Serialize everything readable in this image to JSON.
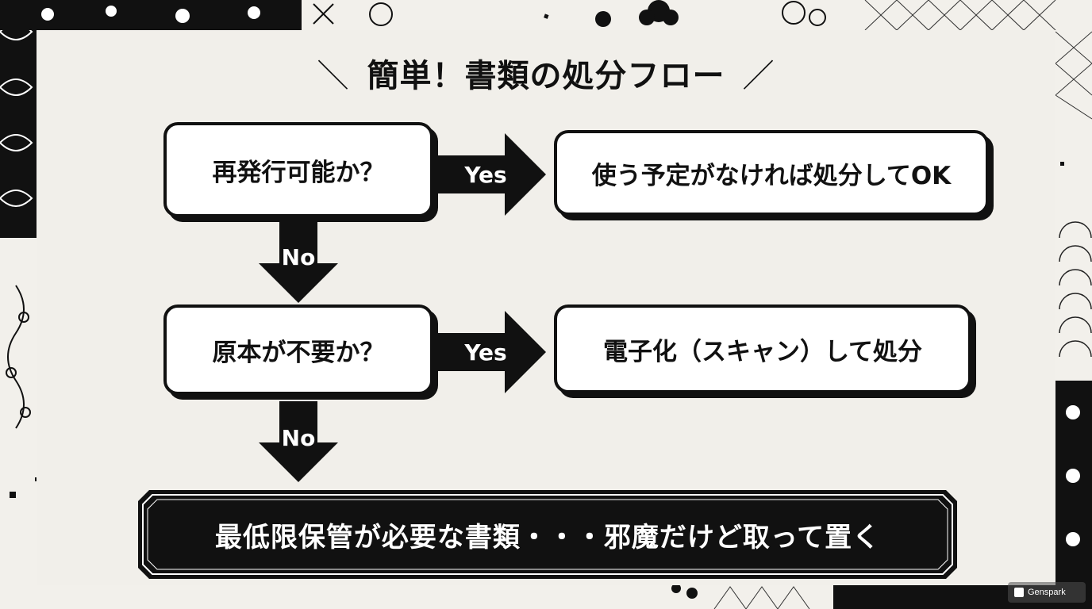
{
  "title": "簡単！書類の処分フロー",
  "title_slash_left": "＼",
  "title_slash_right": "／",
  "flow": {
    "q1": "再発行可能か？",
    "q1_yes_result": "使う予定がなければ処分してOK",
    "q2": "原本が不要か？",
    "q2_yes_result": "電子化（スキャン）して処分",
    "final": "最低限保管が必要な書類・・・邪魔だけど取って置く",
    "yes_label": "Yes",
    "no_label": "No"
  },
  "watermark": "Genspark",
  "colors": {
    "ink": "#111111",
    "paper": "#f1efea",
    "box": "#ffffff"
  }
}
